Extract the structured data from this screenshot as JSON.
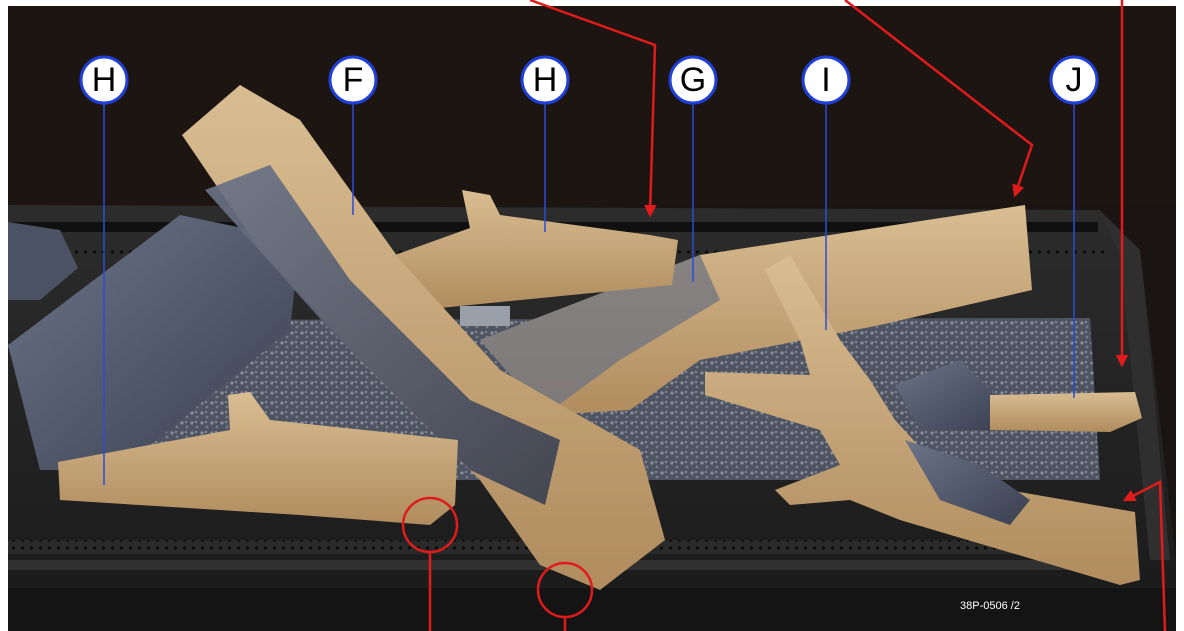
{
  "diagram": {
    "part_code": "38P-0506 /2",
    "callouts": [
      {
        "id": "callout-h-left",
        "label": "H"
      },
      {
        "id": "callout-f",
        "label": "F"
      },
      {
        "id": "callout-h-middle",
        "label": "H"
      },
      {
        "id": "callout-g",
        "label": "G"
      },
      {
        "id": "callout-i",
        "label": "I"
      },
      {
        "id": "callout-j",
        "label": "J"
      }
    ]
  },
  "colors": {
    "callout_fill": "#ffffff",
    "callout_stroke": "#1f3fd6",
    "leader_blue": "#2b4bd8",
    "arrow_red": "#e01b1b",
    "log_tan": "#c9a878",
    "log_charred": "#4c5566",
    "firebox": "#232323",
    "glass": "#5d6270"
  }
}
